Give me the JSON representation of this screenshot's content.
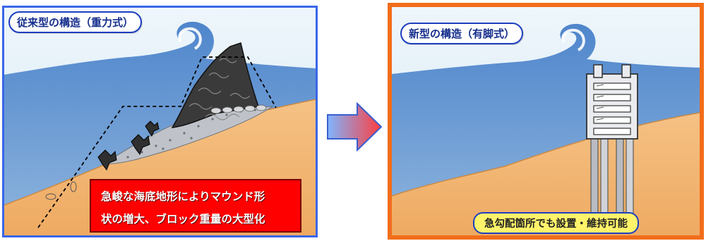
{
  "left_panel": {
    "title": "従来型の構造（重力式）",
    "note_line1": "急峻な海底地形によりマウンド形",
    "note_line2": "状の増大、ブロック重量の大型化",
    "colors": {
      "border": "#3a66e8",
      "note_bg": "#ff0000"
    }
  },
  "right_panel": {
    "title": "新型の構造（有脚式）",
    "note": "急勾配箇所でも設置・維持可能",
    "colors": {
      "border": "#f26d1a",
      "note_bg": "#fff36a"
    }
  },
  "arrow": {
    "icon": "right-arrow-icon",
    "gradient": [
      "#7fb4ff",
      "#ff3d3d"
    ]
  },
  "palette": {
    "sky": "#cfe3f2",
    "sea": "#5d8fd0",
    "seabed": "#f2b574",
    "seabed_dark": "#d9924a"
  }
}
